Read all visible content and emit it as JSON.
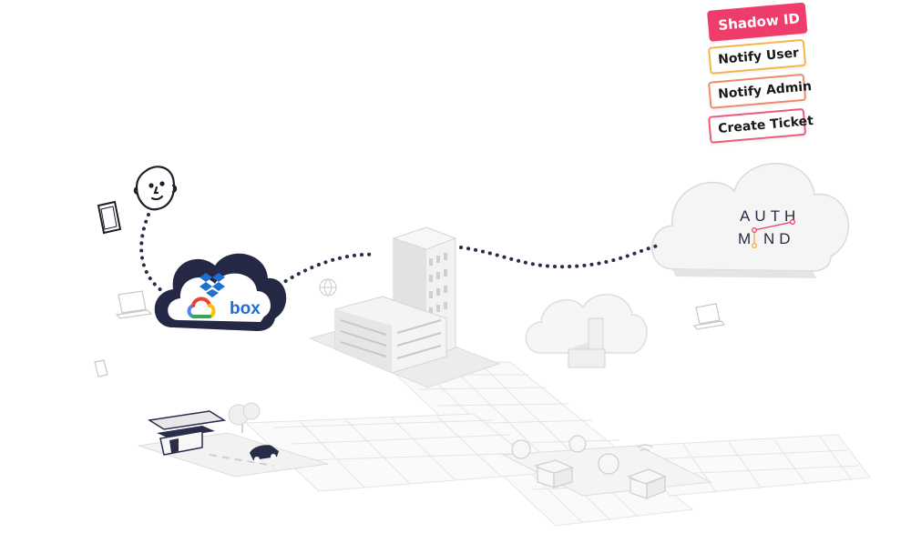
{
  "actions": {
    "shadow_id": "Shadow ID",
    "notify_user": "Notify User",
    "notify_admin": "Notify Admin",
    "create_ticket": "Create Ticket"
  },
  "brand": {
    "line1": "AUTH",
    "line2_left": "M",
    "line2_right": "ND"
  },
  "saas_cloud": {
    "apps": [
      "dropbox-icon",
      "google-cloud-icon",
      "box-logo"
    ],
    "box_label": "box"
  },
  "colors": {
    "accent_pink": "#ee3d6a",
    "accent_orange": "#f2a93b",
    "saas_cloud": "#242845",
    "box_blue": "#1f6fd1"
  }
}
